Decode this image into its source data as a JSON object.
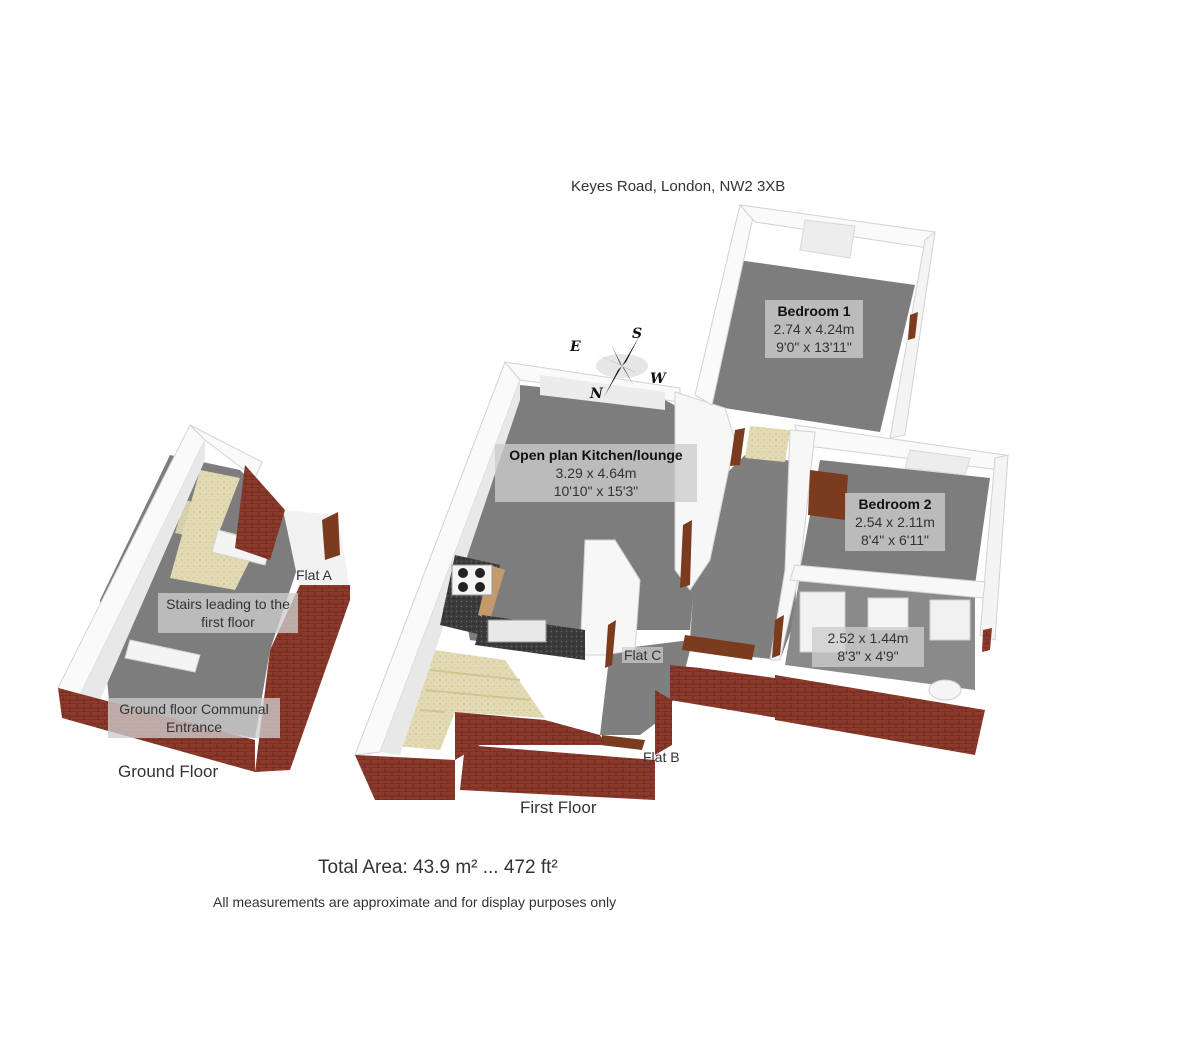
{
  "address": "Keyes Road, London, NW2 3XB",
  "compass": {
    "n": "N",
    "s": "S",
    "e": "E",
    "w": "W"
  },
  "rooms": {
    "bedroom1": {
      "name": "Bedroom 1",
      "metric": "2.74 x 4.24m",
      "imperial": "9'0\" x 13'11\""
    },
    "bedroom2": {
      "name": "Bedroom 2",
      "metric": "2.54 x 2.11m",
      "imperial": "8'4\" x 6'11\""
    },
    "kitchen": {
      "name": "Open plan Kitchen/lounge",
      "metric": "3.29 x 4.64m",
      "imperial": "10'10\" x 15'3\""
    },
    "bathroom": {
      "metric": "2.52 x 1.44m",
      "imperial": "8'3\" x 4'9\""
    },
    "stairs": {
      "line1": "Stairs leading to the",
      "line2": "first floor"
    },
    "entrance": {
      "line1": "Ground floor Communal",
      "line2": "Entrance"
    }
  },
  "labels": {
    "flat_a": "Flat A",
    "flat_b": "Flat B",
    "flat_c": "Flat C"
  },
  "floors": {
    "ground": "Ground Floor",
    "first": "First Floor"
  },
  "total_area": "Total Area: 43.9 m² ... 472 ft²",
  "disclaimer": "All measurements are approximate and for display purposes only",
  "colors": {
    "floor": "#7f7f7f",
    "wall_top": "#fafafa",
    "wall_side": "#e6e6e6",
    "brick": "#8c3a2c",
    "carpet": "#e0d8b0",
    "wood": "#7a3b1e",
    "worktop": "#3a3a3a"
  }
}
